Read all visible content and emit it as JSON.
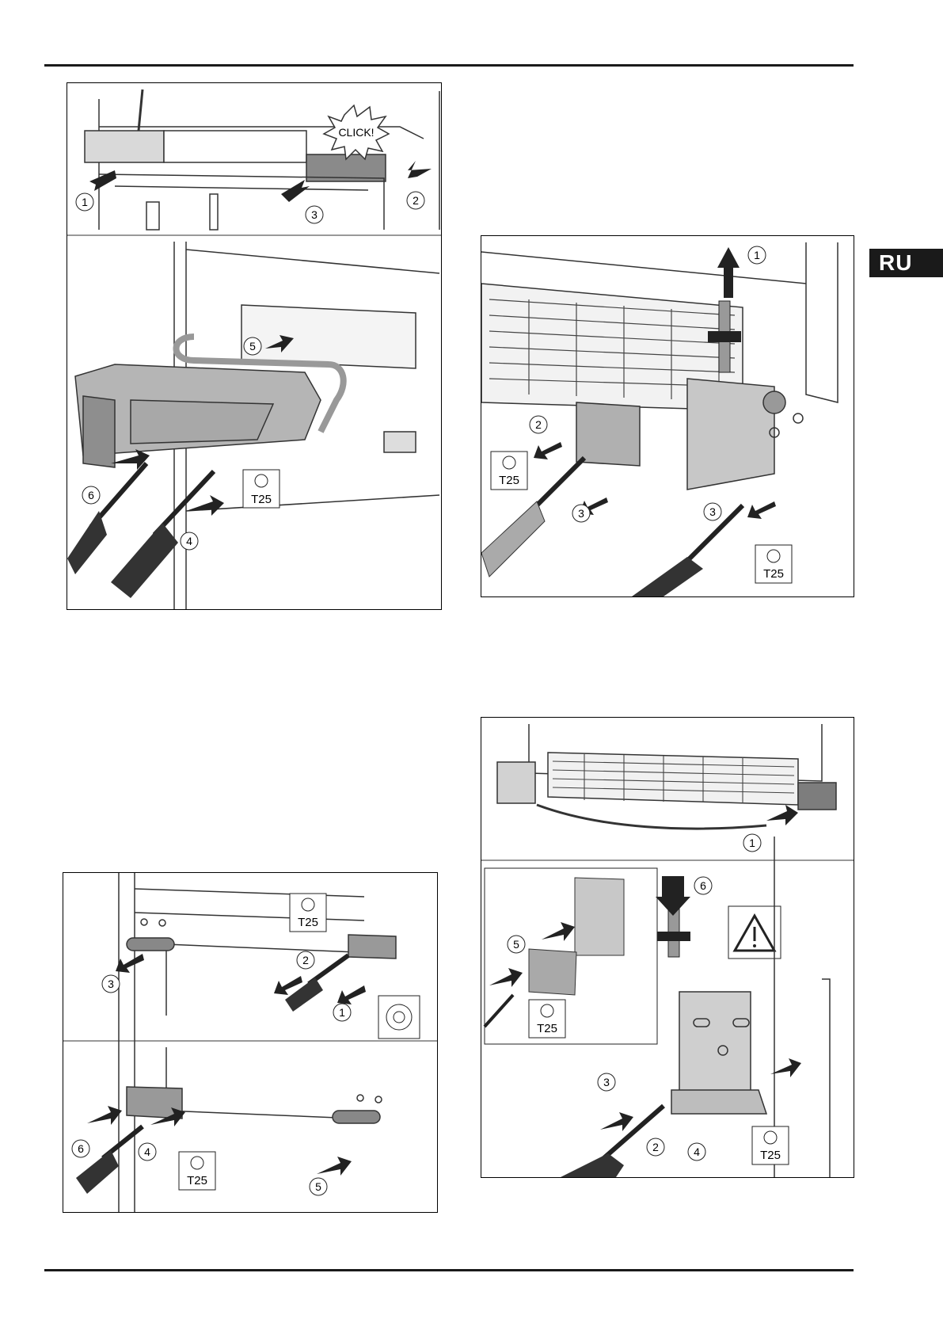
{
  "page": {
    "language_tab": "RU"
  },
  "tool": "T25",
  "sticker": "CLICK!",
  "warning_icon": "warning-triangle-icon",
  "figures": {
    "fig_a_top": {
      "steps": [
        "1",
        "2",
        "3"
      ]
    },
    "fig_a_bottom": {
      "steps": [
        "4",
        "5",
        "6"
      ]
    },
    "fig_b": {
      "steps": [
        "1",
        "2",
        "3",
        "3"
      ]
    },
    "fig_c_top": {
      "steps": [
        "1",
        "2",
        "3"
      ]
    },
    "fig_c_bottom": {
      "steps": [
        "4",
        "5",
        "6"
      ]
    },
    "fig_d_top": {
      "steps": [
        "1"
      ]
    },
    "fig_d_bottom": {
      "steps": [
        "2",
        "3",
        "4",
        "5",
        "6"
      ]
    }
  }
}
